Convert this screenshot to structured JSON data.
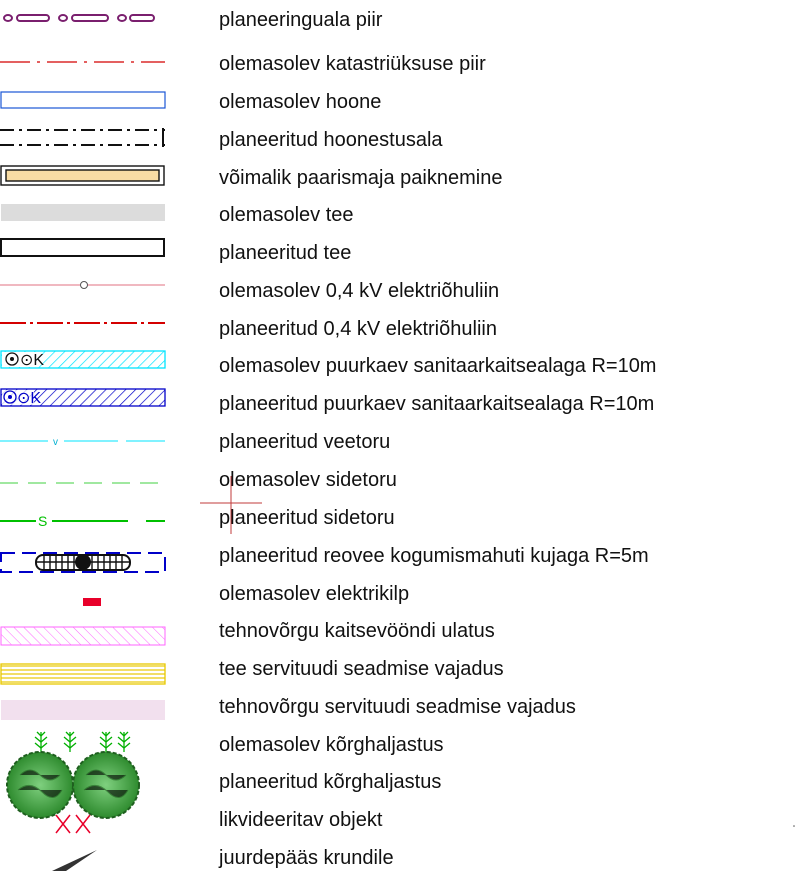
{
  "legend": {
    "items": [
      {
        "symbol": "planning-boundary",
        "label": "planeeringuala piir"
      },
      {
        "symbol": "cadastral-boundary",
        "label": "olemasolev katastriüksuse piir"
      },
      {
        "symbol": "existing-building",
        "label": "olemasolev hoone"
      },
      {
        "symbol": "building-zone",
        "label": "planeeritud hoonestusala"
      },
      {
        "symbol": "twin-house",
        "label": "võimalik paarismaja paiknemine"
      },
      {
        "symbol": "existing-road",
        "label": "olemasolev tee"
      },
      {
        "symbol": "planned-road",
        "label": "planeeritud tee"
      },
      {
        "symbol": "existing-power-line",
        "label": "olemasolev 0,4 kV elektriõhuliin"
      },
      {
        "symbol": "planned-power-line",
        "label": "planeeritud 0,4 kV elektriõhuliin"
      },
      {
        "symbol": "existing-borehole",
        "label": "olemasolev puurkaev sanitaarkaitsealaga R=10m",
        "tag": "⊙K"
      },
      {
        "symbol": "planned-borehole",
        "label": "planeeritud puurkaev sanitaarkaitsealaga R=10m",
        "tag": "⊙K"
      },
      {
        "symbol": "water-pipe",
        "label": "planeeritud veetoru",
        "tag": "v"
      },
      {
        "symbol": "existing-comm-pipe",
        "label": "olemasolev sidetoru"
      },
      {
        "symbol": "planned-comm-pipe",
        "label": "planeeritud sidetoru",
        "tag": "S"
      },
      {
        "symbol": "sewage-tank",
        "label": "planeeritud reovee kogumismahuti kujaga R=5m"
      },
      {
        "symbol": "electric-cabinet",
        "label": "olemasolev elektrikilp"
      },
      {
        "symbol": "utility-protection-zone",
        "label": "tehnovõrgu kaitsevööndi ulatus"
      },
      {
        "symbol": "road-easement",
        "label": "tee servituudi seadmise vajadus"
      },
      {
        "symbol": "utility-easement",
        "label": "tehnovõrgu servituudi seadmise vajadus"
      },
      {
        "symbol": "existing-tall-vegetation",
        "label": "olemasolev kõrghaljastus"
      },
      {
        "symbol": "planned-tall-vegetation",
        "label": "planeeritud kõrghaljastus"
      },
      {
        "symbol": "object-to-remove",
        "label": "likvideeritav objekt"
      },
      {
        "symbol": "plot-access",
        "label": "juurdepääs krundile"
      }
    ]
  },
  "colors": {
    "purple": "#7a1f6e",
    "red": "#d40000",
    "blue": "#1a56d6",
    "cyan": "#00e5ff",
    "navy": "#0000c8",
    "green": "#00c000",
    "yellow": "#e8c800",
    "pink": "#ff66ff",
    "tan": "#f8dca4"
  }
}
